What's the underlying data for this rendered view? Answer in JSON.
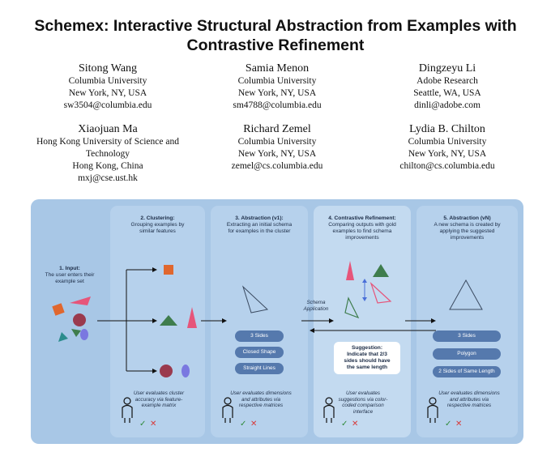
{
  "paper": {
    "title_line1": "Schemex: Interactive Structural Abstraction from Examples with",
    "title_line2": "Contrastive Refinement"
  },
  "authors": [
    {
      "name": "Sitong Wang",
      "line1": "Columbia University",
      "line2": "New York, NY, USA",
      "line3": "sw3504@columbia.edu"
    },
    {
      "name": "Samia Menon",
      "line1": "Columbia University",
      "line2": "New York, NY, USA",
      "line3": "sm4788@columbia.edu"
    },
    {
      "name": "Dingzeyu Li",
      "line1": "Adobe Research",
      "line2": "Seattle, WA, USA",
      "line3": "dinli@adobe.com"
    },
    {
      "name": "Xiaojuan Ma",
      "line1": "Hong Kong University of Science and",
      "line2": "Technology",
      "line3": "Hong Kong, China",
      "line4": "mxj@cse.ust.hk"
    },
    {
      "name": "Richard Zemel",
      "line1": "Columbia University",
      "line2": "New York, NY, USA",
      "line3": "zemel@cs.columbia.edu"
    },
    {
      "name": "Lydia B. Chilton",
      "line1": "Columbia University",
      "line2": "New York, NY, USA",
      "line3": "chilton@cs.columbia.edu"
    }
  ],
  "figure": {
    "input": {
      "title": "1. Input:",
      "desc1": "The user enters their",
      "desc2": "example set"
    },
    "clustering": {
      "title": "2. Clustering:",
      "desc1": "Grouping examples by",
      "desc2": "similar features",
      "eval1": "User evaluates cluster",
      "eval2": "accuracy via feature-",
      "eval3": "example matrix"
    },
    "abstraction_v1": {
      "title": "3. Abstraction (v1):",
      "desc1": "Extracting an initial schema",
      "desc2": "for examples in the cluster",
      "pills": [
        "3 Sides",
        "Closed Shape",
        "Straight Lines"
      ],
      "eval1": "User evaluates dimensions",
      "eval2": "and attributes via",
      "eval3": "respective matrices"
    },
    "contrastive": {
      "title": "4. Contrastive Refinement:",
      "desc1": "Comparing outputs with gold",
      "desc2": "examples to find schema",
      "desc3": "improvements",
      "schema1": "Schema",
      "schema2": "Application",
      "sug_title": "Suggestion:",
      "sug1": "Indicate that 2/3",
      "sug2": "sides should have",
      "sug3": "the same length",
      "eval1": "User evaluates",
      "eval2": "suggestions via color-",
      "eval3": "coded comparison",
      "eval4": "interface"
    },
    "abstraction_vn": {
      "title": "5. Abstraction (vN)",
      "desc1": "A new schema is created by",
      "desc2": "applying the suggested",
      "desc3": "improvements",
      "pills": [
        "3 Sides",
        "Polygon",
        "2 Sides of Same Length"
      ],
      "eval1": "User evaluates dimensions",
      "eval2": "and attributes via",
      "eval3": "respective matrices"
    },
    "colors": {
      "background": "#a8c7e6",
      "panel": "#b6d1ec",
      "pill": "#5579ad",
      "orange": "#e0672e",
      "pink": "#e6557a",
      "green": "#3f7d4d",
      "maroon": "#9a3a4e",
      "purple": "#7a78e0",
      "teal": "#2b8c8c"
    },
    "icons": [
      "person-icon",
      "check-icon",
      "cross-icon",
      "double-arrow-icon"
    ]
  }
}
